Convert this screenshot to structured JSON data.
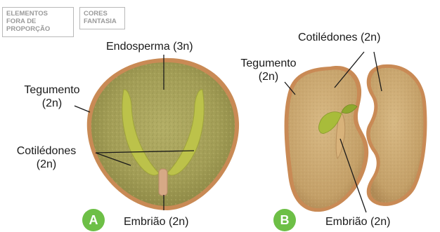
{
  "badges": {
    "scale": [
      "ELEMENTOS",
      "FORA DE",
      "PROPORÇÃO"
    ],
    "colors": [
      "CORES",
      "FANTASIA"
    ]
  },
  "seed_a": {
    "letter": "A",
    "endosperm": "Endosperma (3n)",
    "tegument_line1": "Tegumento",
    "tegument_line2": "(2n)",
    "cotyledons_line1": "Cotilédones",
    "cotyledons_line2": "(2n)",
    "embryo": "Embrião (2n)"
  },
  "seed_b": {
    "letter": "B",
    "tegument_line1": "Tegumento",
    "tegument_line2": "(2n)",
    "cotyledons": "Cotilédones (2n)",
    "embryo": "Embrião (2n)"
  },
  "colors": {
    "badge_green": "#6dbf46",
    "endosperm_green": "#a7a35a",
    "tegument_brown": "#c98a55",
    "bean_tan": "#c9a46b",
    "embryo_green": "#a8bc3a"
  }
}
